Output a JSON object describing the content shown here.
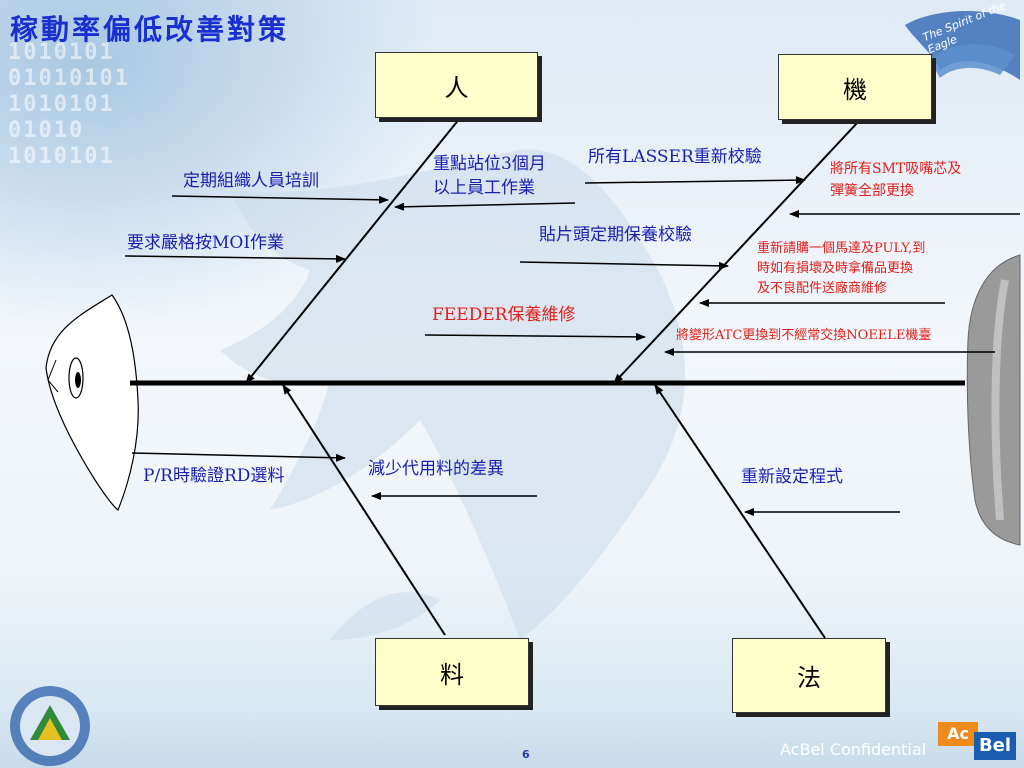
{
  "slide": {
    "title": "稼動率偏低改善對策",
    "page_number": "6",
    "confidential": "AcBel Confidential",
    "slogan": "The Spirit of the Eagle",
    "brand_ac": "Ac",
    "brand_bel": "Bel"
  },
  "categories": {
    "person": "人",
    "machine": "機",
    "material": "料",
    "method": "法"
  },
  "causes": {
    "training": "定期組織人員培訓",
    "moi": "要求嚴格按MOI作業",
    "staff_line1": "重點站位3個月",
    "staff_line2": "以上員工作業",
    "lasser": "所有LASSER重新校驗",
    "smt_line1": "將所有SMT吸嘴芯及",
    "smt_line2": "彈簧全部更換",
    "head_maint": "貼片頭定期保養校驗",
    "motor_line1": "重新請購一個馬達及PULY,到",
    "motor_line2": "時如有損壞及時拿備品更換",
    "motor_line3": "及不良配件送廠商維修",
    "feeder": "FEEDER保養維修",
    "atc": "將變形ATC更換到不經常交換NOEELE機臺",
    "pr_verify": "P/R時驗證RD選料",
    "reduce_sub": "減少代用料的差異",
    "reprogram": "重新設定程式"
  },
  "colors": {
    "title": "#1a2fd0",
    "blue_text": "#1a1fb0",
    "red_text": "#e0201a",
    "box_fill": "#ffffcc"
  }
}
